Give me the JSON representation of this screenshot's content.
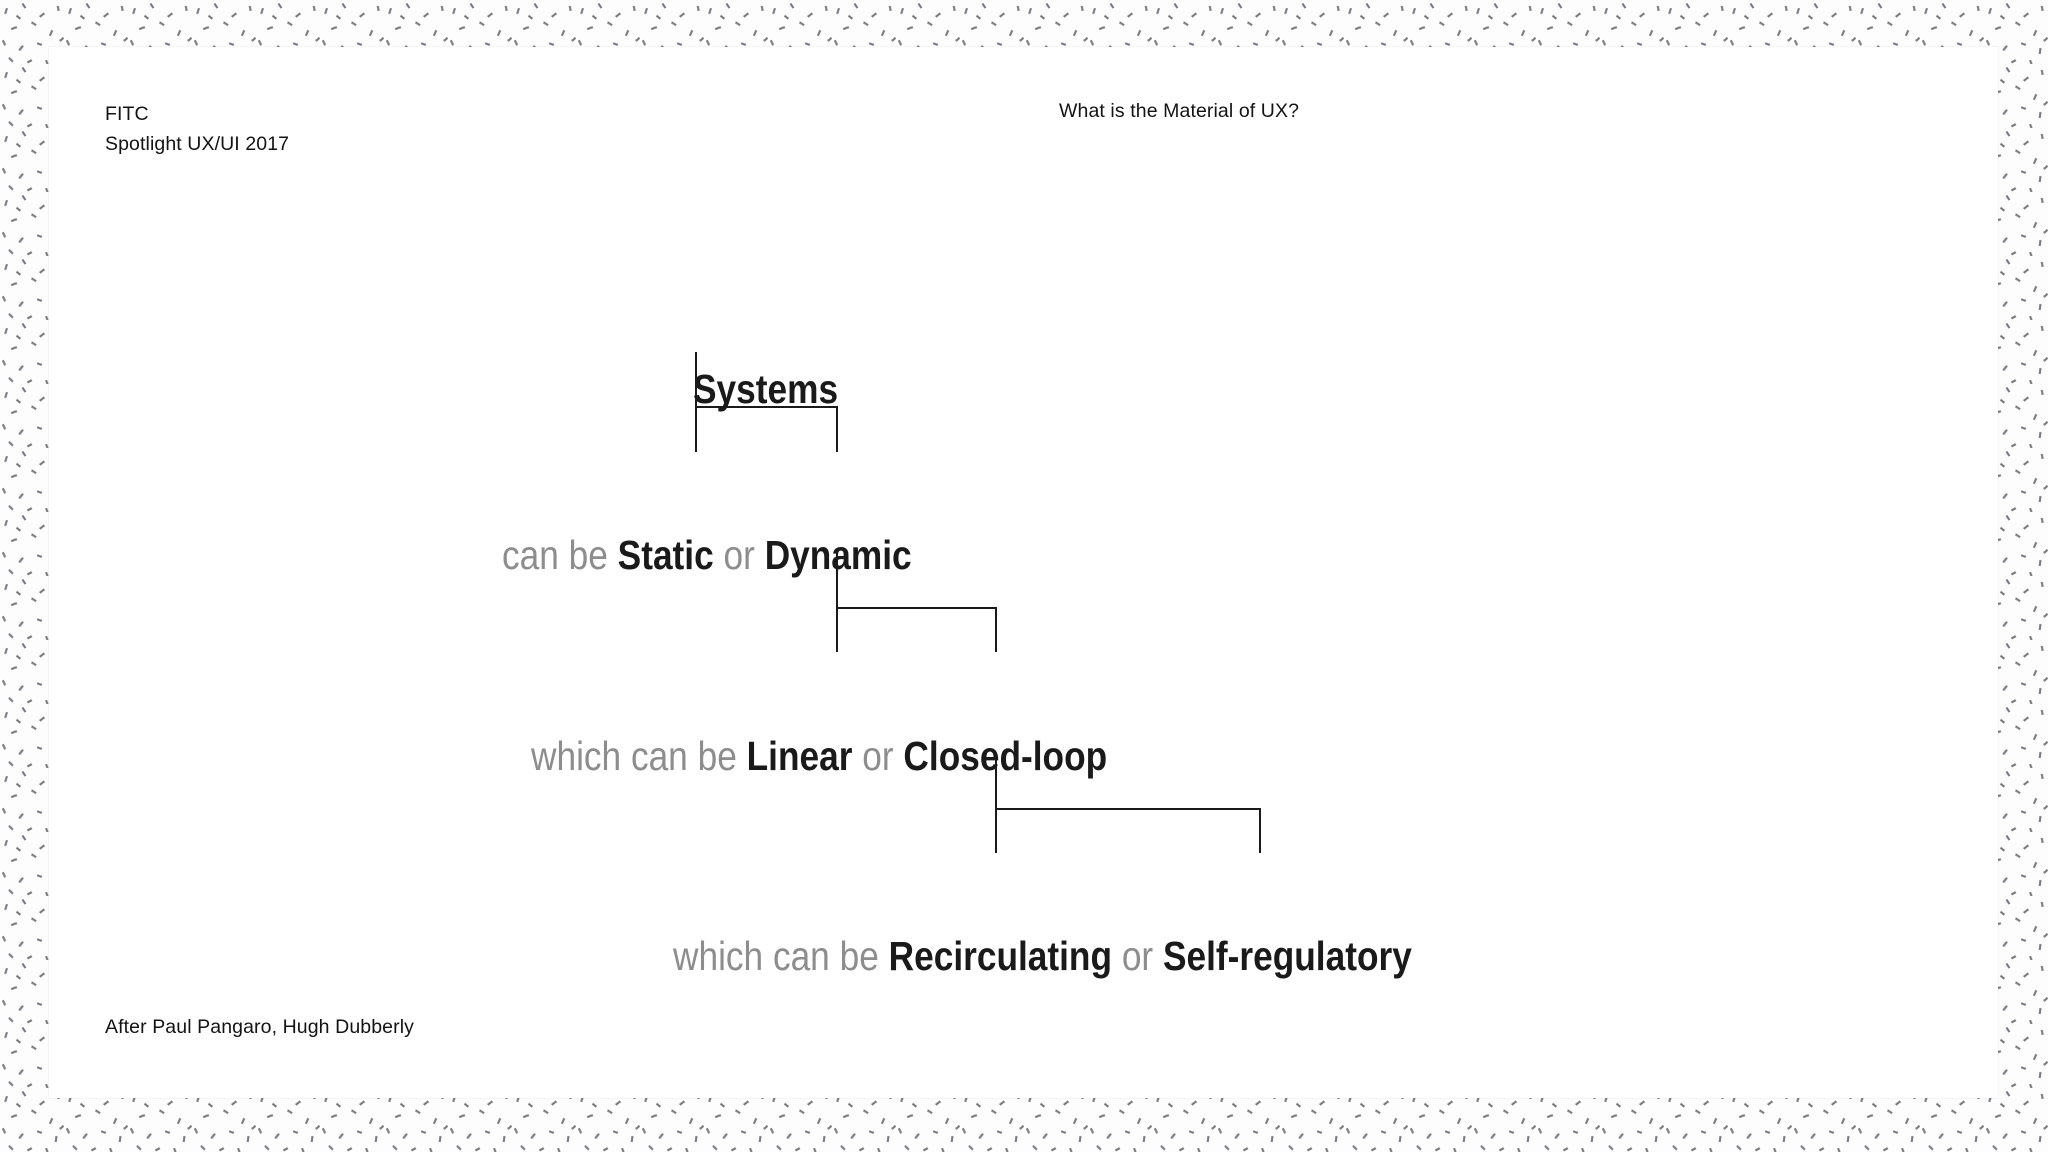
{
  "slide": {
    "header": {
      "org": "FITC",
      "event": "Spotlight UX/UI 2017",
      "title": "What is the Material of UX?"
    },
    "credit": "After Paul Pangaro, Hugh Dubberly"
  },
  "diagram": {
    "type": "hierarchy-tree",
    "root": "Systems",
    "levels": [
      {
        "lead": "can be",
        "left_term": "Static",
        "conj": "or",
        "right_term": "Dynamic"
      },
      {
        "lead": "which can be",
        "left_term": "Linear",
        "conj": "or",
        "right_term": "Closed-loop"
      },
      {
        "lead": "which can be",
        "left_term": "Recirculating",
        "conj": "or",
        "right_term": "Self-regulatory"
      }
    ]
  },
  "colors": {
    "text_dark": "#1a1a1a",
    "text_muted": "#8d8d8d",
    "panel": "#ffffff",
    "line": "#1a1a1a"
  }
}
